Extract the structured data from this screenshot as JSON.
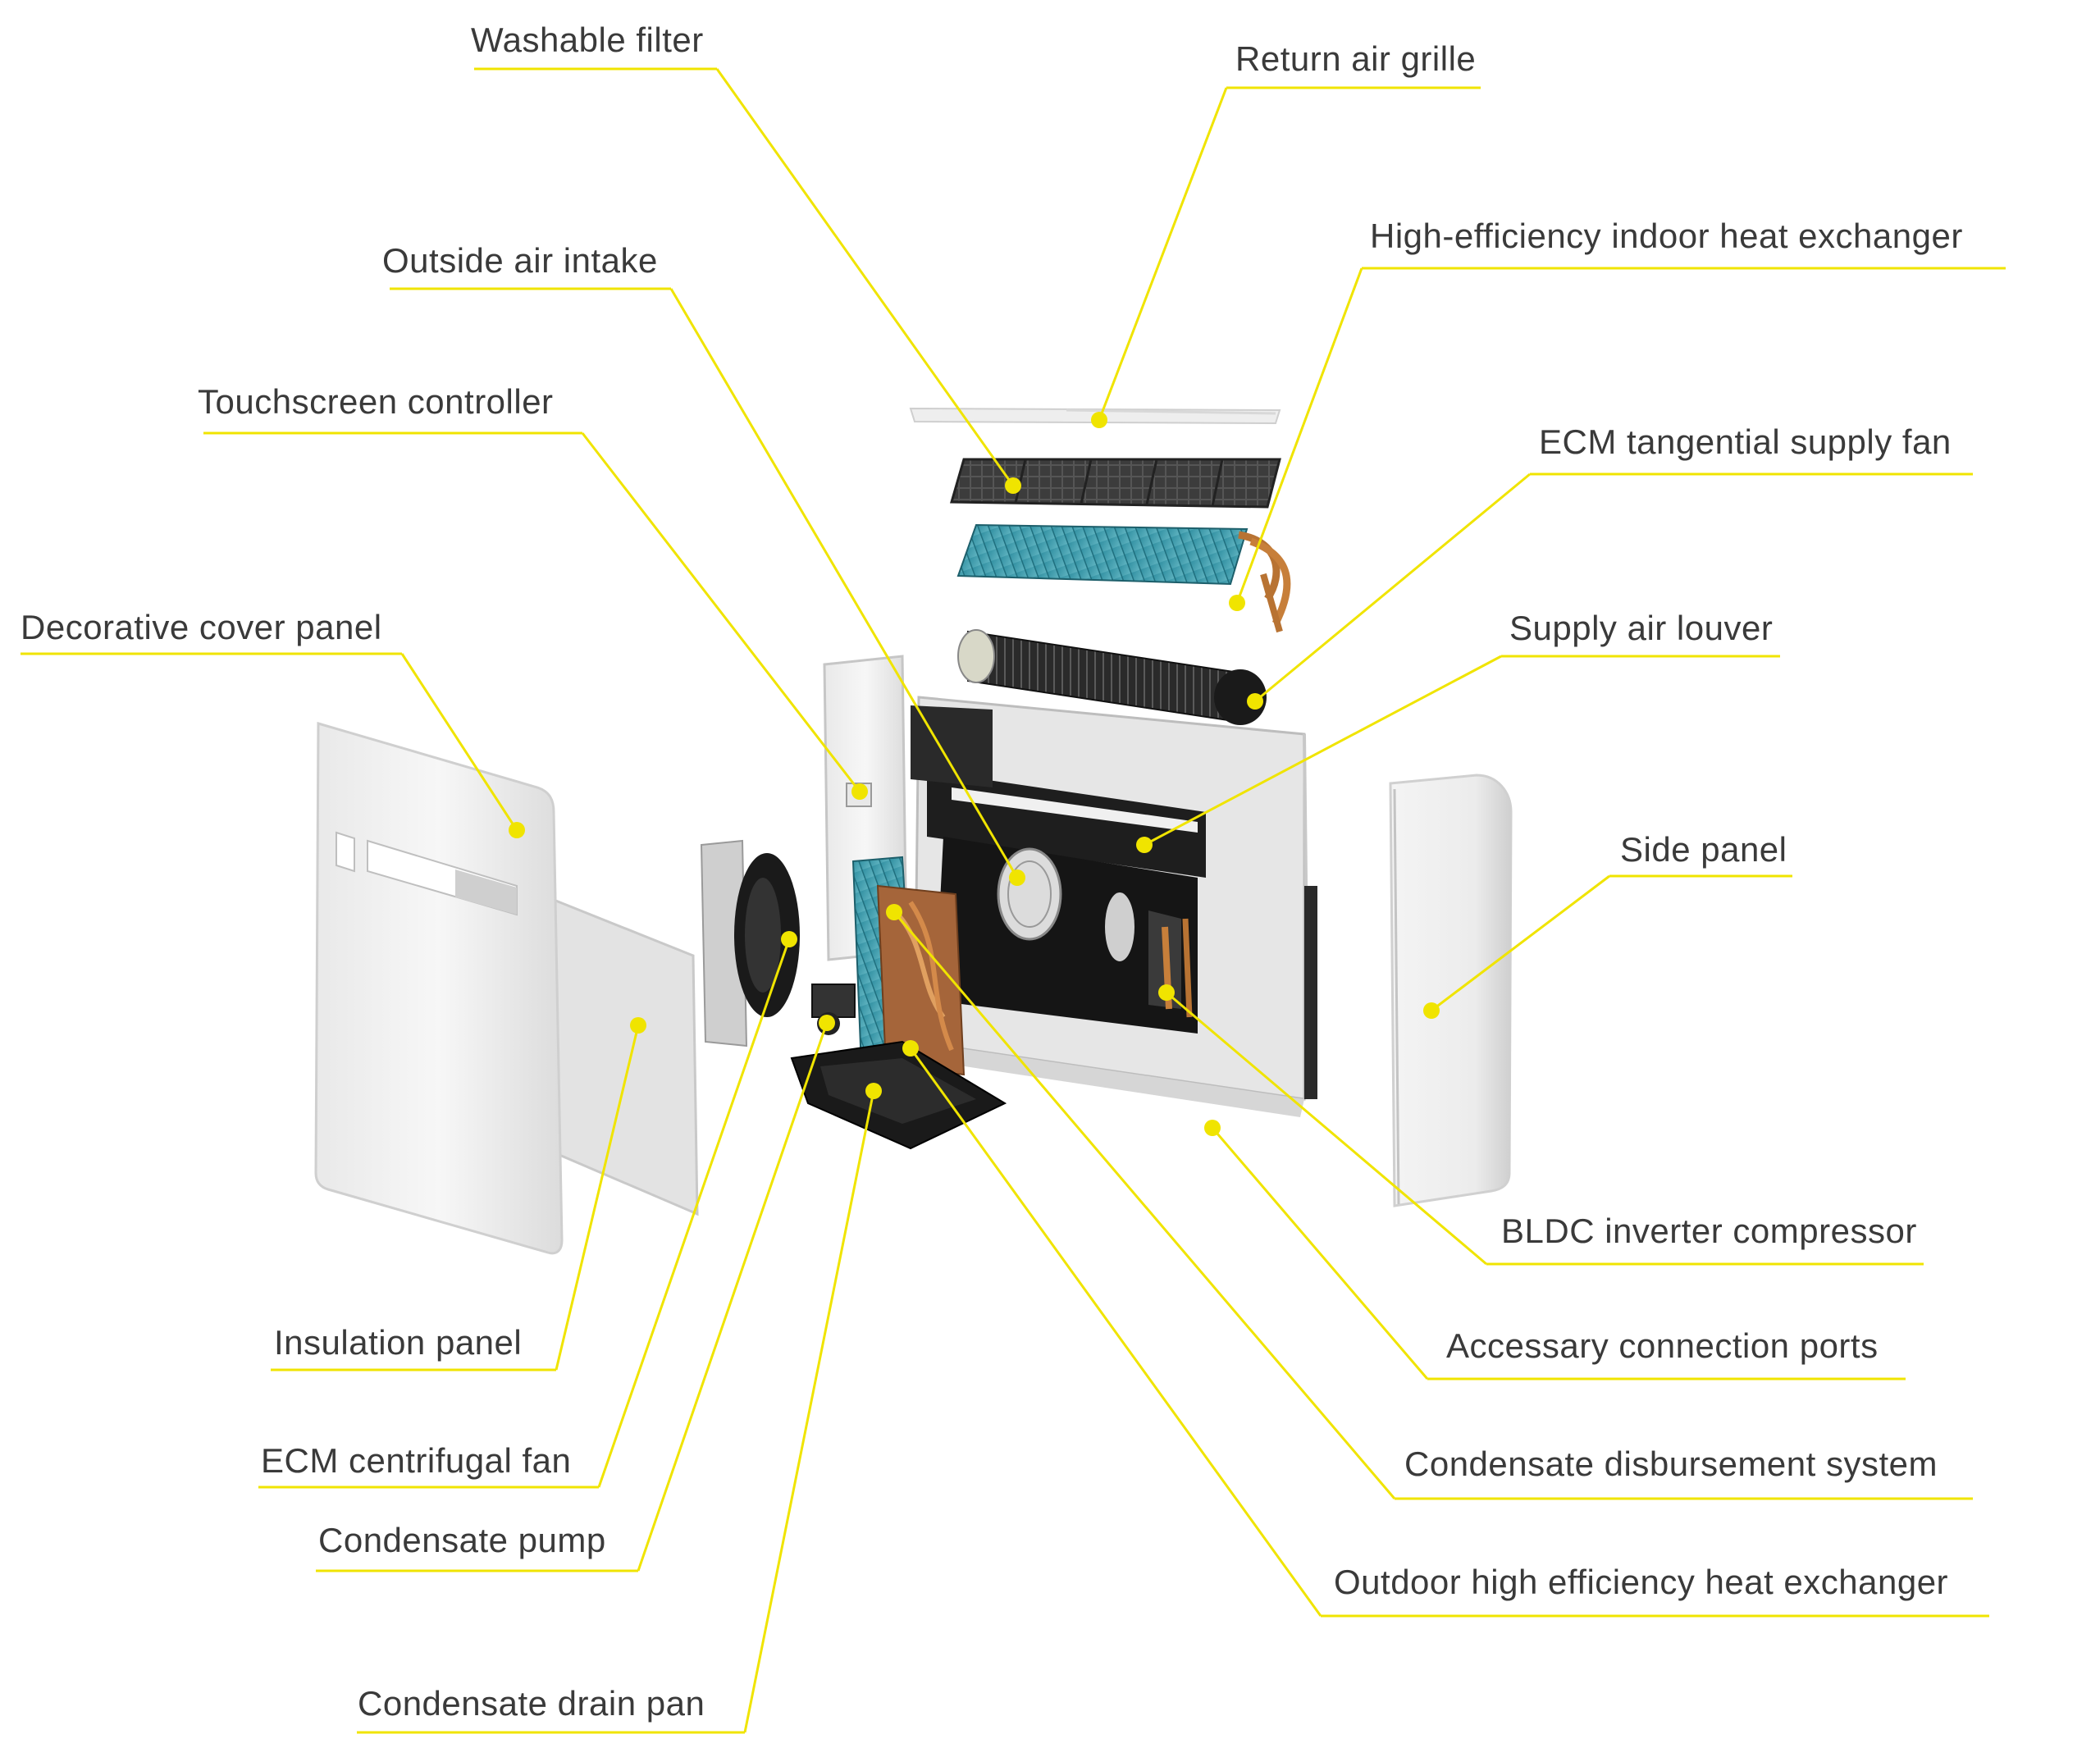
{
  "diagram": {
    "accent_color": "#f0e400",
    "text_color": "#3a3a3a",
    "callouts": [
      {
        "id": "washable-filter",
        "text": "Washable filter"
      },
      {
        "id": "return-air-grille",
        "text": "Return air grille"
      },
      {
        "id": "indoor-heat-exchanger",
        "text": "High-efficiency indoor heat exchanger"
      },
      {
        "id": "outside-air-intake",
        "text": "Outside air intake"
      },
      {
        "id": "touchscreen-controller",
        "text": "Touchscreen controller"
      },
      {
        "id": "ecm-tangential-supply-fan",
        "text": "ECM tangential supply fan"
      },
      {
        "id": "decorative-cover-panel",
        "text": "Decorative cover panel"
      },
      {
        "id": "supply-air-louver",
        "text": "Supply air louver"
      },
      {
        "id": "side-panel",
        "text": "Side panel"
      },
      {
        "id": "bldc-inverter-compressor",
        "text": "BLDC inverter compressor"
      },
      {
        "id": "insulation-panel",
        "text": "Insulation panel"
      },
      {
        "id": "accessory-connection-ports",
        "text": "Accessary connection ports"
      },
      {
        "id": "ecm-centrifugal-fan",
        "text": "ECM centrifugal fan"
      },
      {
        "id": "condensate-disbursement-system",
        "text": "Condensate disbursement system"
      },
      {
        "id": "condensate-pump",
        "text": "Condensate pump"
      },
      {
        "id": "outdoor-heat-exchanger",
        "text": "Outdoor high efficiency heat exchanger"
      },
      {
        "id": "condensate-drain-pan",
        "text": "Condensate drain pan"
      }
    ]
  }
}
